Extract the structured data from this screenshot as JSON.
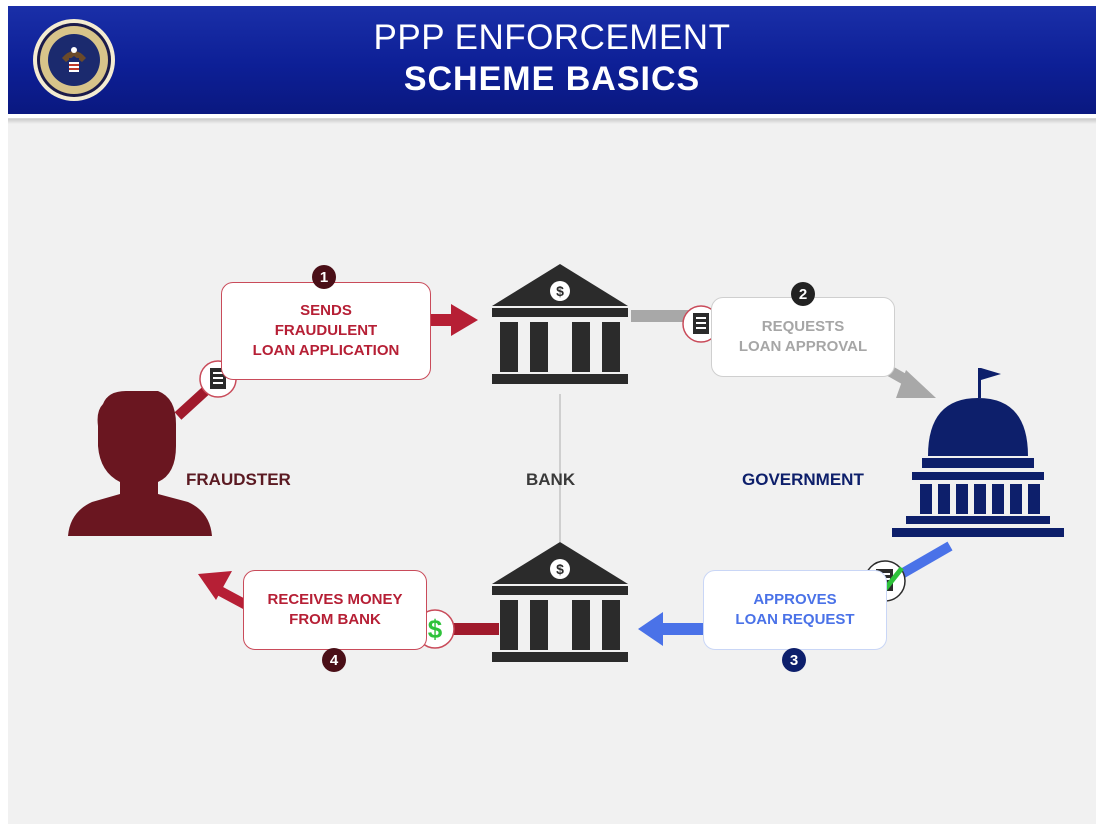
{
  "header": {
    "title": "PPP ENFORCEMENT",
    "subtitle": "SCHEME BASICS",
    "seal_icon": "doj-seal-icon"
  },
  "colors": {
    "header_blue": "#0d1f96",
    "fraudster_red": "#b61f35",
    "fraudster_dark": "#5b1a22",
    "bank_dark": "#2b2b2b",
    "gov_navy": "#0d1f6b",
    "approve_blue": "#4a72e8",
    "gray": "#a6a6a6",
    "check_green": "#2ec23a"
  },
  "actors": {
    "fraudster": "FRAUDSTER",
    "bank": "BANK",
    "government": "GOVERNMENT"
  },
  "steps": [
    {
      "number": "1",
      "label": "SENDS\nFRAUDULENT\nLOAN APPLICATION",
      "icon": "document-icon"
    },
    {
      "number": "2",
      "label": "REQUESTS\nLOAN APPROVAL",
      "icon": "document-icon"
    },
    {
      "number": "3",
      "label": "APPROVES\nLOAN REQUEST",
      "icon": "approved-document-icon"
    },
    {
      "number": "4",
      "label": "RECEIVES MONEY\nFROM BANK",
      "icon": "dollar-icon"
    }
  ],
  "bank_badge": "$",
  "money_badge": "$"
}
